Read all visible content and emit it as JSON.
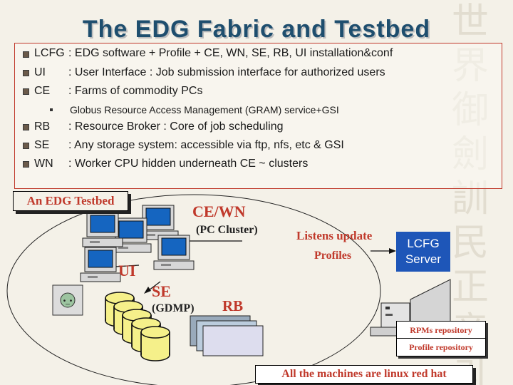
{
  "slide": {
    "title": "The EDG Fabric and Testbed",
    "bullets": [
      {
        "key": "LCFG",
        "text": ": EDG software + Profile + CE, WN, SE, RB, UI installation&conf"
      },
      {
        "key": "UI",
        "text": ": User Interface : Job submission interface for authorized users"
      },
      {
        "key": "CE",
        "text": ": Farms of commodity PCs"
      },
      {
        "key": "RB",
        "text": ": Resource Broker : Core of job scheduling"
      },
      {
        "key": "SE",
        "text": ": Any storage system: accessible via ftp, nfs, etc & GSI"
      },
      {
        "key": "WN",
        "text": ": Worker CPU hidden underneath CE ~ clusters"
      }
    ],
    "sub_bullet": "Globus Resource Access Management (GRAM) service+GSI"
  },
  "diagram": {
    "tag": "An EDG Testbed",
    "ce_wn": "CE/WN",
    "pc_cluster": "(PC Cluster)",
    "ui": "UI",
    "se": "SE",
    "gdmp": "(GDMP)",
    "rb": "RB",
    "listens": "Listens update",
    "profiles": "Profiles",
    "lcfg_server": [
      "LCFG",
      "Server"
    ],
    "rpms_repo": "RPMs repository",
    "profile_repo": "Profile repository",
    "footer": "All the machines are linux red hat"
  },
  "colors": {
    "title": "#1e4e6e",
    "accent": "#c0392b",
    "server": "#1e56b8",
    "screen": "#1565c0"
  }
}
